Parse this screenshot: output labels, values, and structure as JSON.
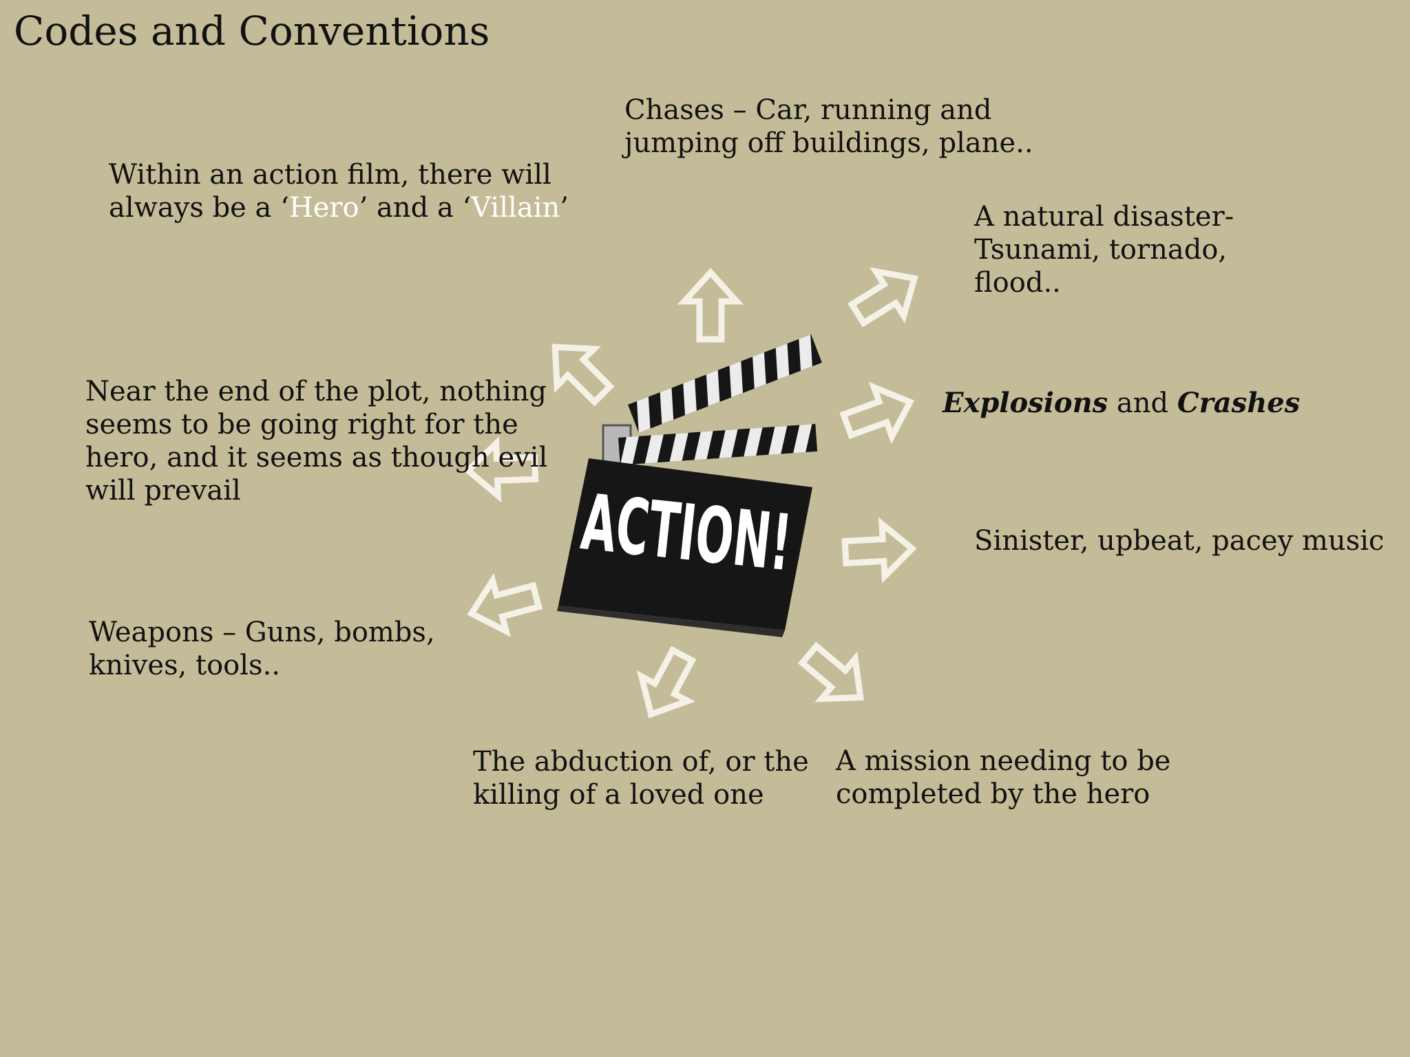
{
  "slide": {
    "title": "Codes and Conventions",
    "center_label": "ACTION!",
    "colors": {
      "background": "#c4bc98",
      "text": "#111111",
      "highlight": "#ffffff",
      "arrow_outline": "#f4f1e6",
      "clapperboard": "#161616"
    },
    "icons": [
      "clapperboard-icon",
      "arrow-outline-icon"
    ]
  },
  "conventions": {
    "hero_villain": {
      "line1": "Within an action film, there will",
      "line2_pre": "always be a ‘",
      "hero": "Hero",
      "line2_mid": "’ and a ‘",
      "villain": "Villain",
      "line2_post": "’"
    },
    "chases": {
      "line1": "Chases – Car, running and",
      "line2": "jumping off buildings, plane.."
    },
    "disaster": {
      "line1": "A natural disaster-",
      "line2": "Tsunami, tornado,",
      "line3": "flood.."
    },
    "plot": {
      "line1": "Near the end of the plot, nothing",
      "line2": "seems to be going right for the",
      "line3": "hero, and it seems as though evil",
      "line4": "will prevail"
    },
    "explosions": {
      "word1": "Explosions",
      "mid": " and ",
      "word2": "Crashes"
    },
    "music": {
      "line1": "Sinister, upbeat, pacey music"
    },
    "weapons": {
      "line1": "Weapons – Guns, bombs,",
      "line2": "knives, tools.."
    },
    "abduction": {
      "line1": "The abduction of, or the",
      "line2": "killing of a loved one"
    },
    "mission": {
      "line1": "A mission needing to be",
      "line2": "completed by the hero"
    }
  }
}
